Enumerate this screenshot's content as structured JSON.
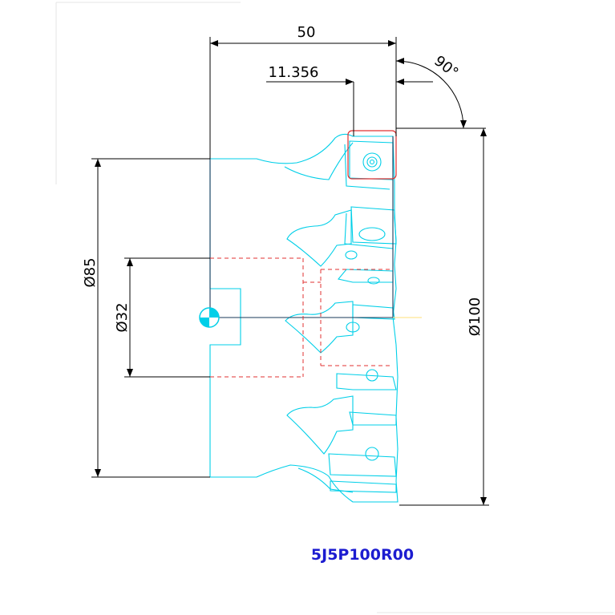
{
  "drawing": {
    "dimensions": {
      "width": "50",
      "offset": "11.356",
      "angle": "90°",
      "outer_diameter": "Ø100",
      "cut_diameter": "Ø85",
      "bore_diameter": "Ø32"
    },
    "part_code": "5J5P100R00",
    "colors": {
      "background": "#ffffff",
      "outline": "#00cfe8",
      "dimension": "#000000",
      "hidden_line": "#e03030",
      "highlight_box": "#e03030",
      "code_text": "#1c1cd0",
      "frame": "#1a3a5a"
    }
  }
}
